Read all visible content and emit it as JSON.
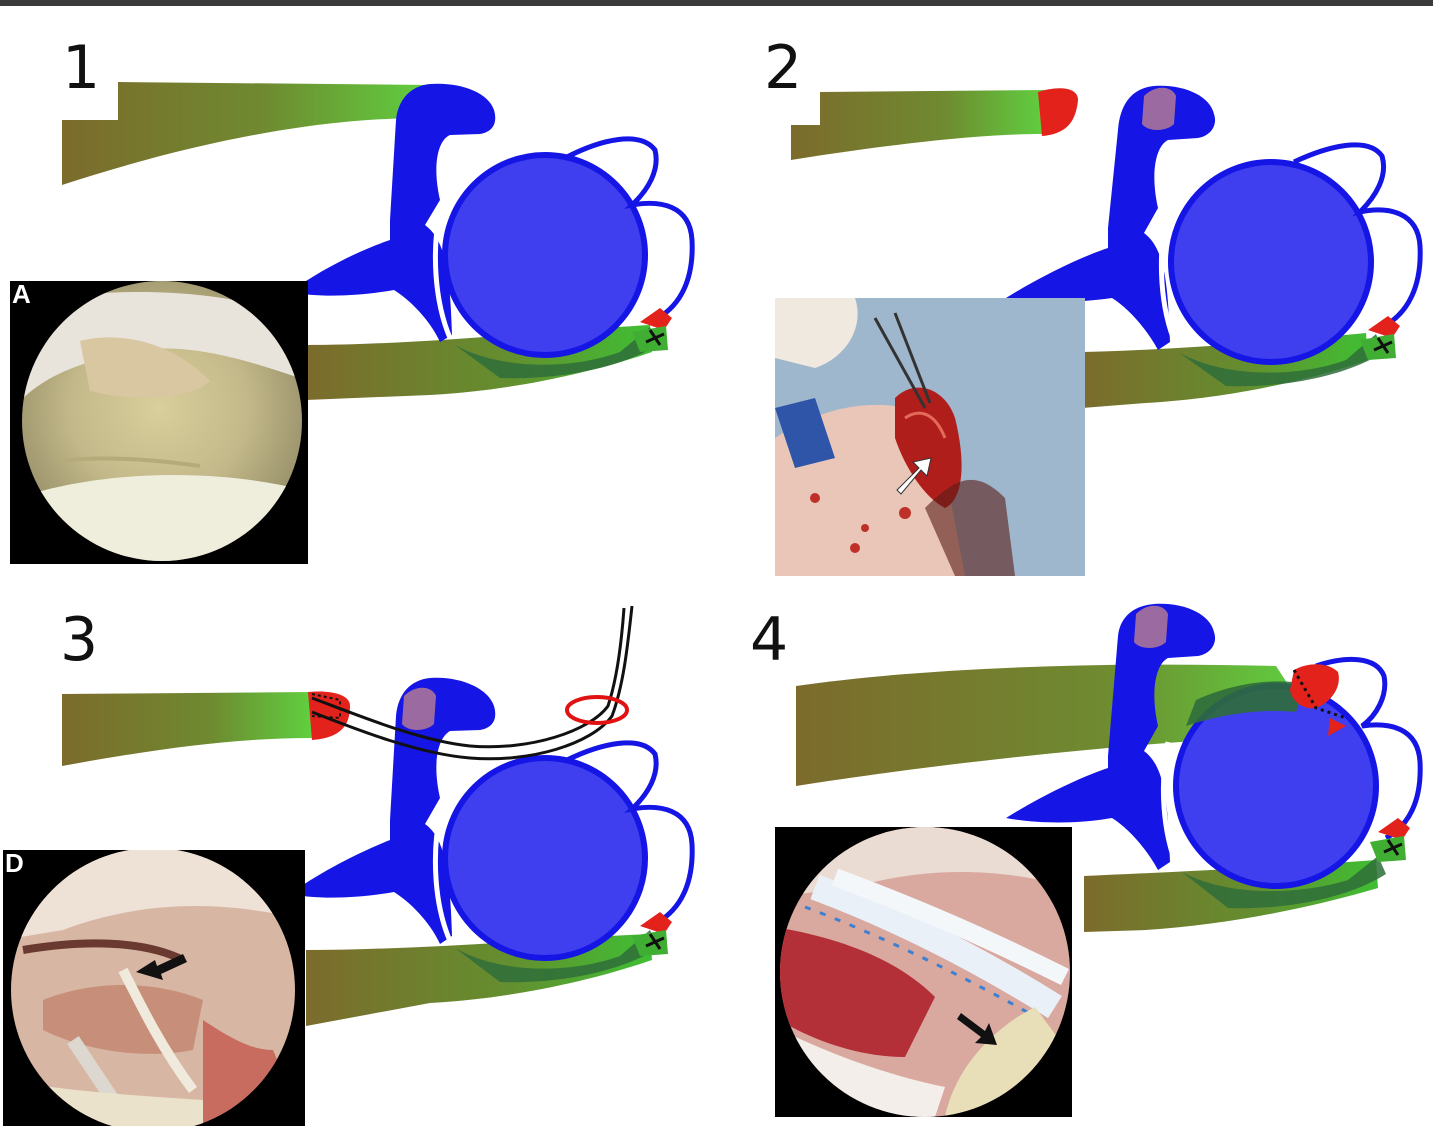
{
  "panels": [
    {
      "number": "1",
      "photo_letter": "A"
    },
    {
      "number": "2",
      "photo_letter": ""
    },
    {
      "number": "3",
      "photo_letter": "D"
    },
    {
      "number": "4",
      "photo_letter": ""
    }
  ],
  "colors": {
    "bone": "#1515e6",
    "humeral_head": "#3f3ff0",
    "tendon_dark": "#7c6b2c",
    "tendon_green": "#5fb63f",
    "graft_red": "#e3221c",
    "footprint_pink": "#9a6aa0",
    "suture_ring": "#e01212",
    "inferior_green": "#3fae33"
  },
  "icons": {
    "arrow_photo2": "white-arrow-icon",
    "arrow_photo3": "black-arrow-icon",
    "arrow_photo4": "black-arrow-icon"
  }
}
